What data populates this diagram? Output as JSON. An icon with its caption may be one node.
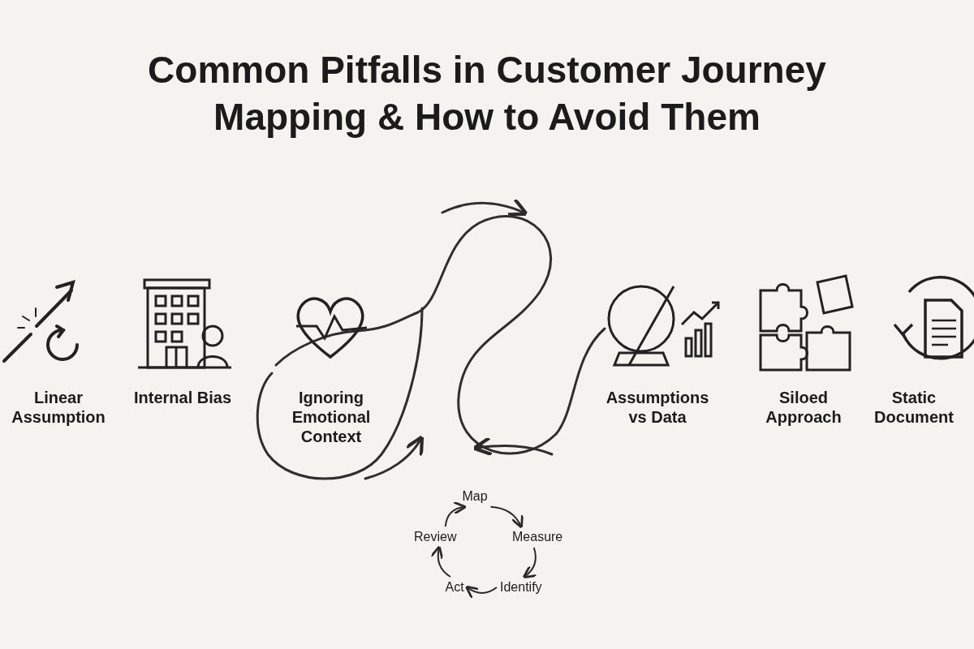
{
  "diagram": {
    "title": "Common Pitfalls in Customer Journey Mapping & How to Avoid Them",
    "nodes": [
      {
        "text": [
          "Map"
        ]
      },
      {
        "text": [
          "Measure"
        ]
      },
      {
        "text": [
          "Identify"
        ]
      },
      {
        "text": [
          "Act"
        ]
      },
      {
        "text": [
          "Review"
        ]
      }
    ],
    "edges": [
      {
        "from": 0,
        "to": 1,
        "arrow": "to"
      },
      {
        "from": 1,
        "to": 2,
        "arrow": "to"
      },
      {
        "from": 2,
        "to": 3,
        "arrow": "to"
      },
      {
        "from": 3,
        "to": 4,
        "arrow": "to"
      },
      {
        "from": 4,
        "to": 0,
        "arrow": "to"
      }
    ],
    "labels": [
      "Linear Assumption",
      "Internal Bias",
      "Ignoring Emotional Context",
      "Assumptions vs Data",
      "Siloed Approach",
      "Static Document"
    ]
  }
}
